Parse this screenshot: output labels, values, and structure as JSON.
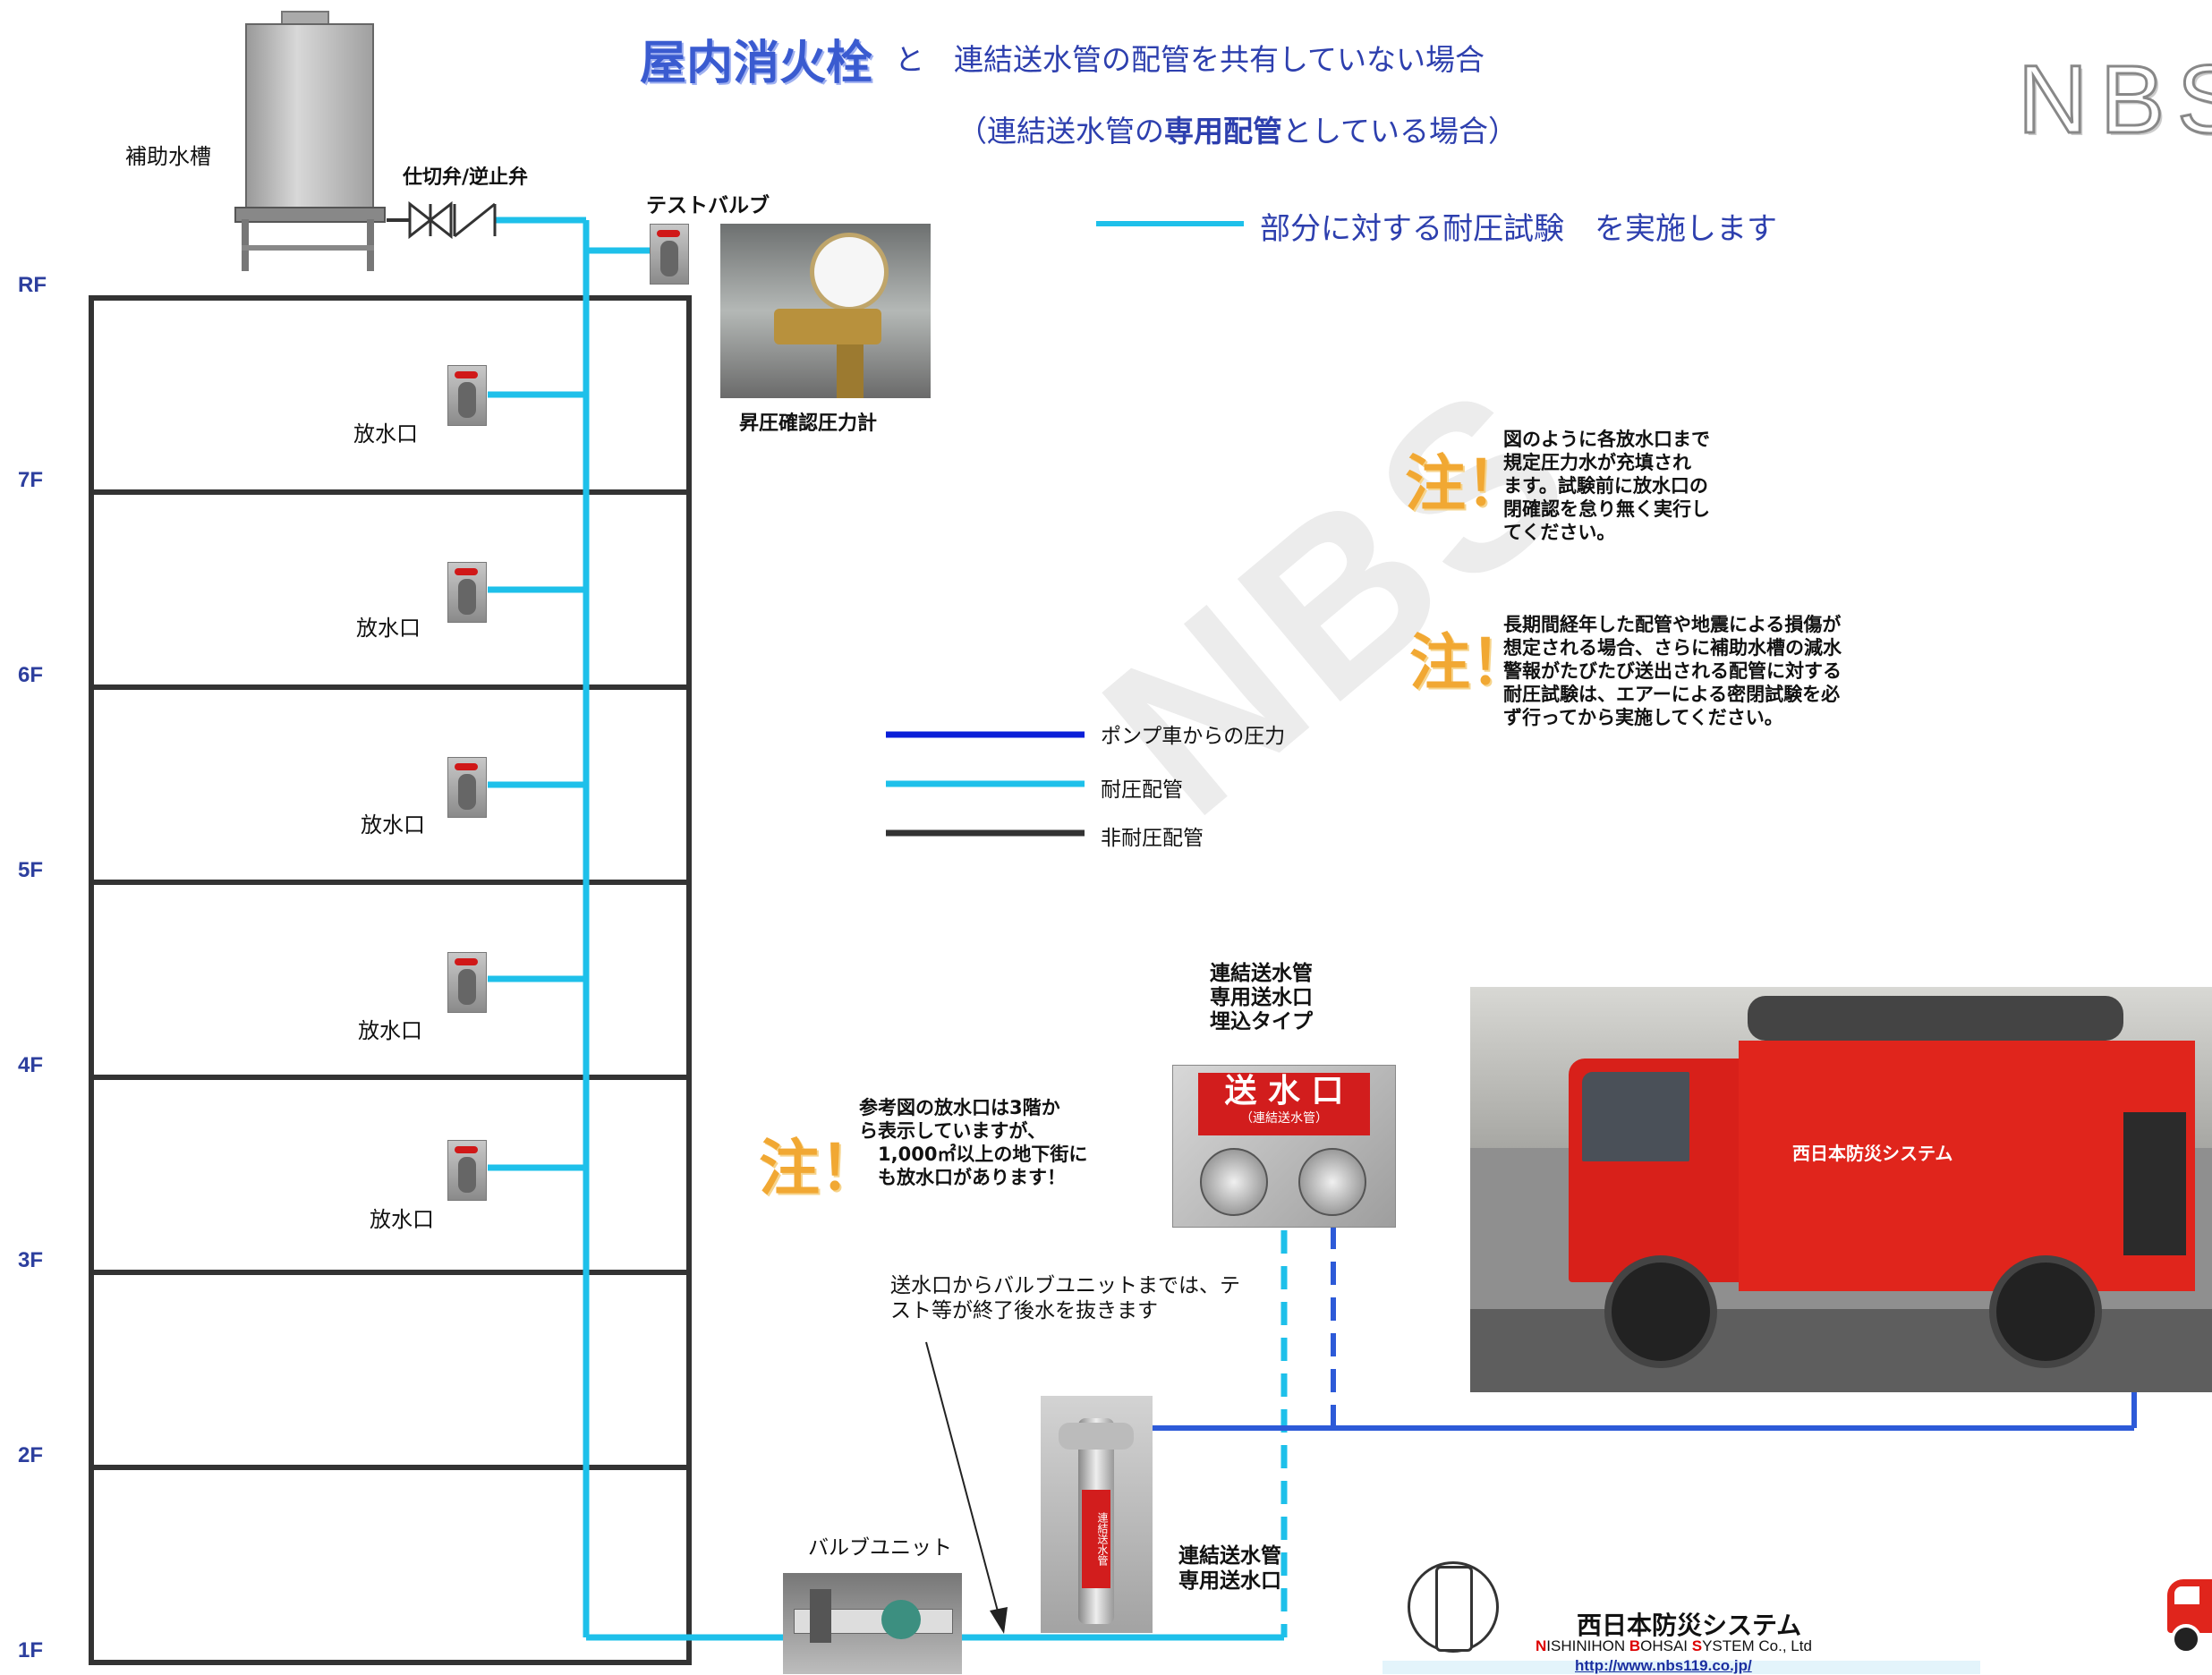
{
  "title": {
    "main_highlight": "屋内消火栓",
    "main_rest": "と　連結送水管の配管を共有していない場合",
    "sub_open": "（連結送水管の",
    "sub_bold": "専用配管",
    "sub_close": "としている場合）"
  },
  "logo_text": "NBS",
  "watermark": "NBS",
  "legend_top_text": "部分に対する耐圧試験　を実施します",
  "floors": [
    "RF",
    "7F",
    "6F",
    "5F",
    "4F",
    "3F",
    "2F",
    "1F"
  ],
  "labels": {
    "aux_tank": "補助水槽",
    "gate_check_valve": "仕切弁/逆止弁",
    "test_valve": "テストバルブ",
    "pressure_gauge": "昇圧確認圧力計",
    "outlet": "放水口",
    "valve_unit": "バルブユニット",
    "inlet_exclusive": "連結送水管\n専用送水口",
    "inlet_embedded": "連結送水管\n専用送水口\n埋込タイプ",
    "drain_note": "送水口からバルブユニットまでは、テ\nスト等が終了後水を抜きます"
  },
  "inlet_plate": {
    "big": "送 水 口",
    "small": "（連結送水管）"
  },
  "standpipe_text": "連結送水管",
  "truck_text": "西日本防災システム",
  "legend": [
    {
      "label": "ポンプ車からの圧力",
      "color": "#0a1fd8"
    },
    {
      "label": "耐圧配管",
      "color": "#1ec0ea"
    },
    {
      "label": "非耐圧配管",
      "color": "#333333"
    }
  ],
  "notes": [
    {
      "mark": "注！",
      "text": "図のように各放水口まで\n規定圧力水が充填され\nます。試験前に放水口の\n閉確認を怠り無く実行し\nてください。"
    },
    {
      "mark": "注！",
      "text": "長期間経年した配管や地震による損傷が\n想定される場合、さらに補助水槽の減水\n警報がたびたび送出される配管に対する\n耐圧試験は、エアーによる密閉試験を必\nず行ってから実施してください。"
    },
    {
      "mark": "注！",
      "text": "参考図の放水口は3階か\nら表示していますが、\n　1,000㎡以上の地下街に\n　も放水口があります！"
    }
  ],
  "company": {
    "name": "西日本防災システム",
    "english_n": "N",
    "english_1": "ISHINIHON ",
    "english_b": "B",
    "english_2": "OHSAI ",
    "english_s": "S",
    "english_3": "YSTEM Co., Ltd",
    "url": "http://www.nbs119.co.jp/"
  },
  "colors": {
    "pump_line": "#2d5ad8",
    "pressure_pipe": "#1ec0ea",
    "building_line": "#333333",
    "title_blue": "#3a5bd0",
    "floor_label": "#2d3f9e",
    "note_orange": "#f1a833"
  }
}
